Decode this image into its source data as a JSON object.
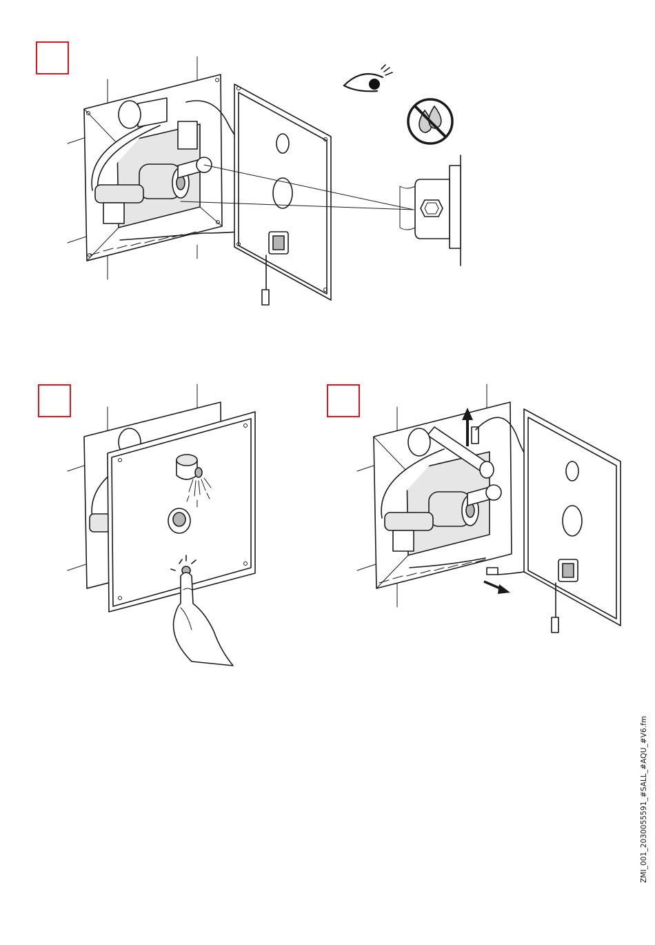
{
  "document": {
    "file_reference": "ZMI_001_2030055591_#SALL_#AQU_#V6.fm"
  },
  "steps": [
    {
      "id": "step-1",
      "has_number_box": true,
      "icons": [
        "eye-icon",
        "no-water-drops-icon"
      ]
    },
    {
      "id": "step-2",
      "has_number_box": true,
      "icons": [
        "finger-press-icon",
        "water-spray-icon"
      ]
    },
    {
      "id": "step-3",
      "has_number_box": true,
      "icons": [
        "arrow-up-icon",
        "arrow-out-icon"
      ]
    }
  ],
  "colors": {
    "step_box_border": "#e0141e",
    "line_art": "#1a1a1a"
  }
}
